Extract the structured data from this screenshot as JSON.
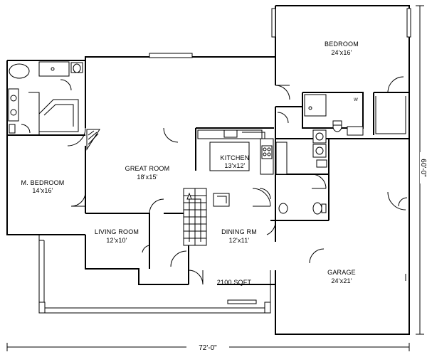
{
  "rooms": {
    "bedroom": {
      "name": "BEDROOM",
      "size": "24'x16'"
    },
    "m_bedroom": {
      "name": "M. BEDROOM",
      "size": "14'x16'"
    },
    "great_room": {
      "name": "GREAT ROOM",
      "size": "18'x15'"
    },
    "kitchen": {
      "name": "KITCHEN",
      "size": "13'x12'"
    },
    "living_room": {
      "name": "LIVING ROOM",
      "size": "12'x10'"
    },
    "dining_rm": {
      "name": "DINING RM",
      "size": "12'x11'"
    },
    "garage": {
      "name": "GARAGE",
      "size": "24'x21'"
    }
  },
  "area_label": "2100 SQFT",
  "dimensions": {
    "width": "72'-0\"",
    "depth": "60'-0\""
  }
}
